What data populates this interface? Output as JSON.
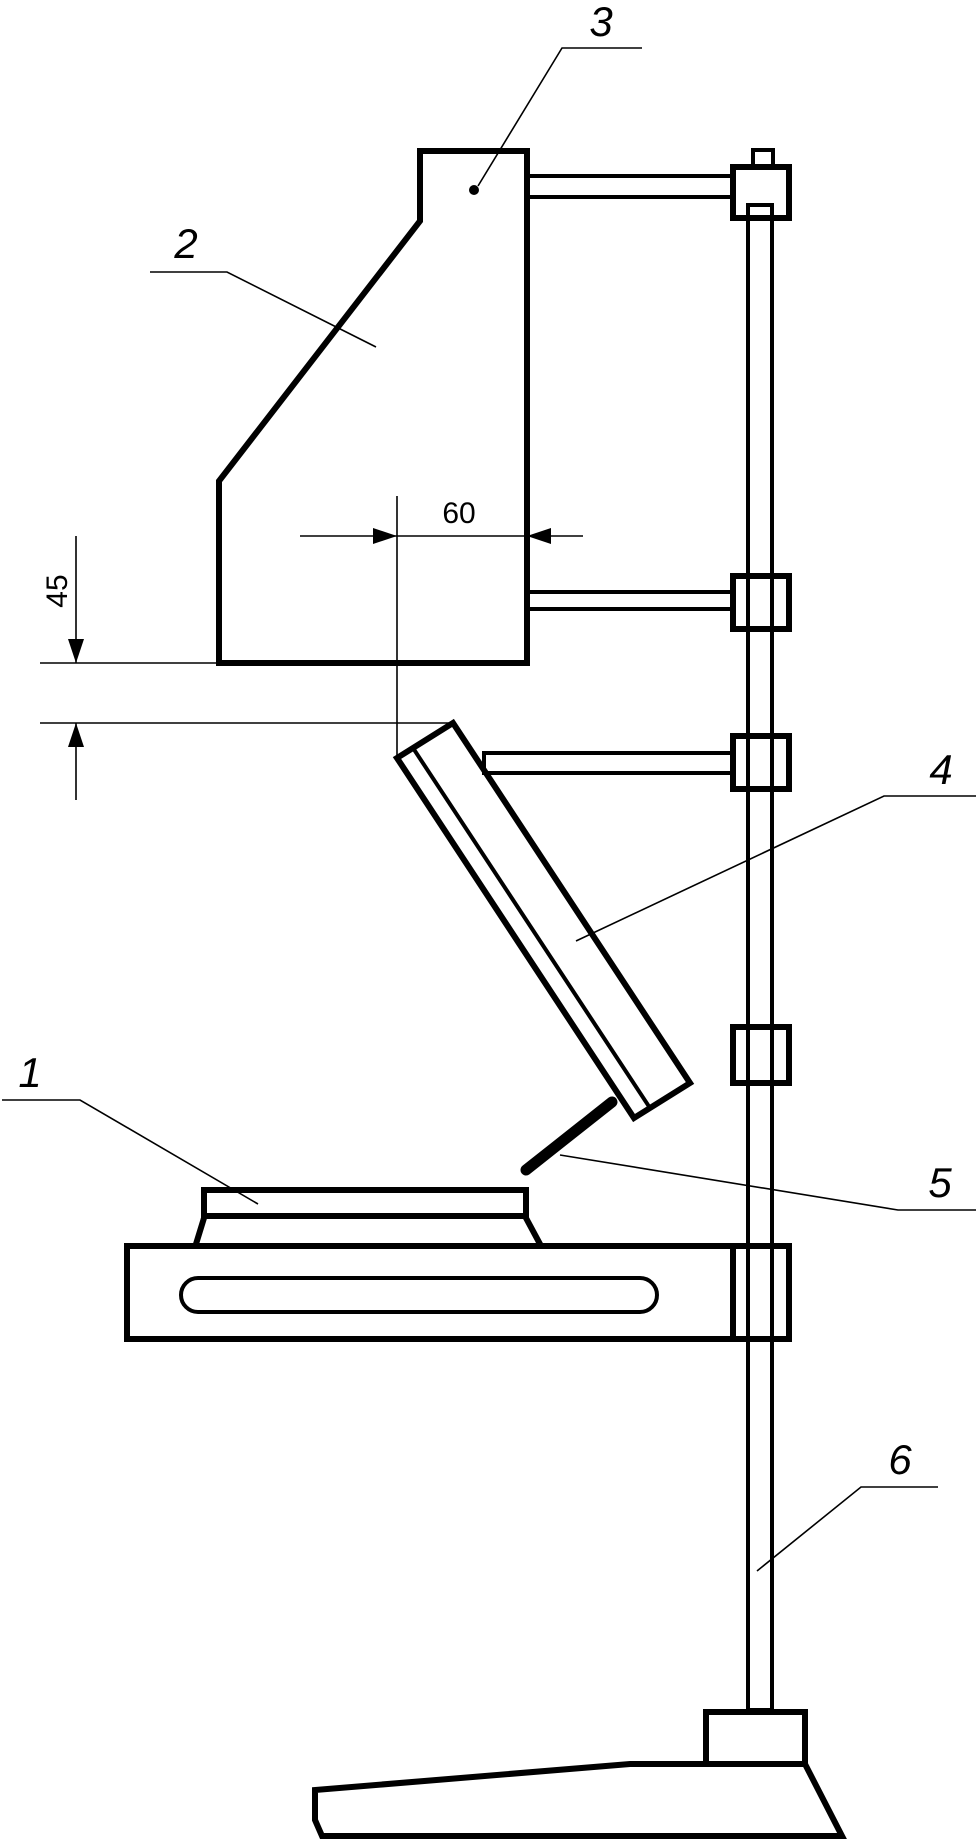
{
  "labels": {
    "cone_stand": "1",
    "hood": "2",
    "hood_point": "3",
    "inclined_lamp": "4",
    "nozzle": "5",
    "column": "6"
  },
  "dimensions": {
    "horizontal": "60",
    "vertical": "45"
  }
}
